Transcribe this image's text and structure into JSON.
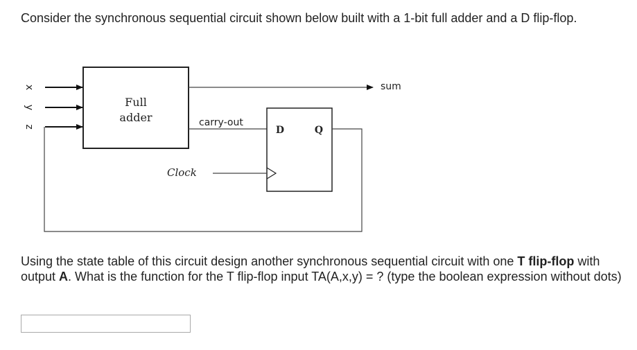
{
  "question": {
    "intro": "Consider the synchronous sequential circuit shown below built with a 1-bit full adder and a D flip-flop.",
    "main_part1": "Using the state table of this circuit design another synchronous sequential circuit with one ",
    "main_bold1": "T flip-flop",
    "main_part2": " with output ",
    "main_bold2": "A",
    "main_part3": ". What is the function for the T flip-flop input TA(A,x,y) = ? (type the boolean expression without dots)"
  },
  "circuit": {
    "input_x": "x",
    "input_y": "y",
    "input_z": "z",
    "adder_line1": "Full",
    "adder_line2": "adder",
    "carry_label": "carry-out",
    "sum_label": "sum",
    "clock_label": "Clock",
    "ff_d": "D",
    "ff_q": "Q"
  },
  "answer": {
    "value": "",
    "placeholder": ""
  }
}
